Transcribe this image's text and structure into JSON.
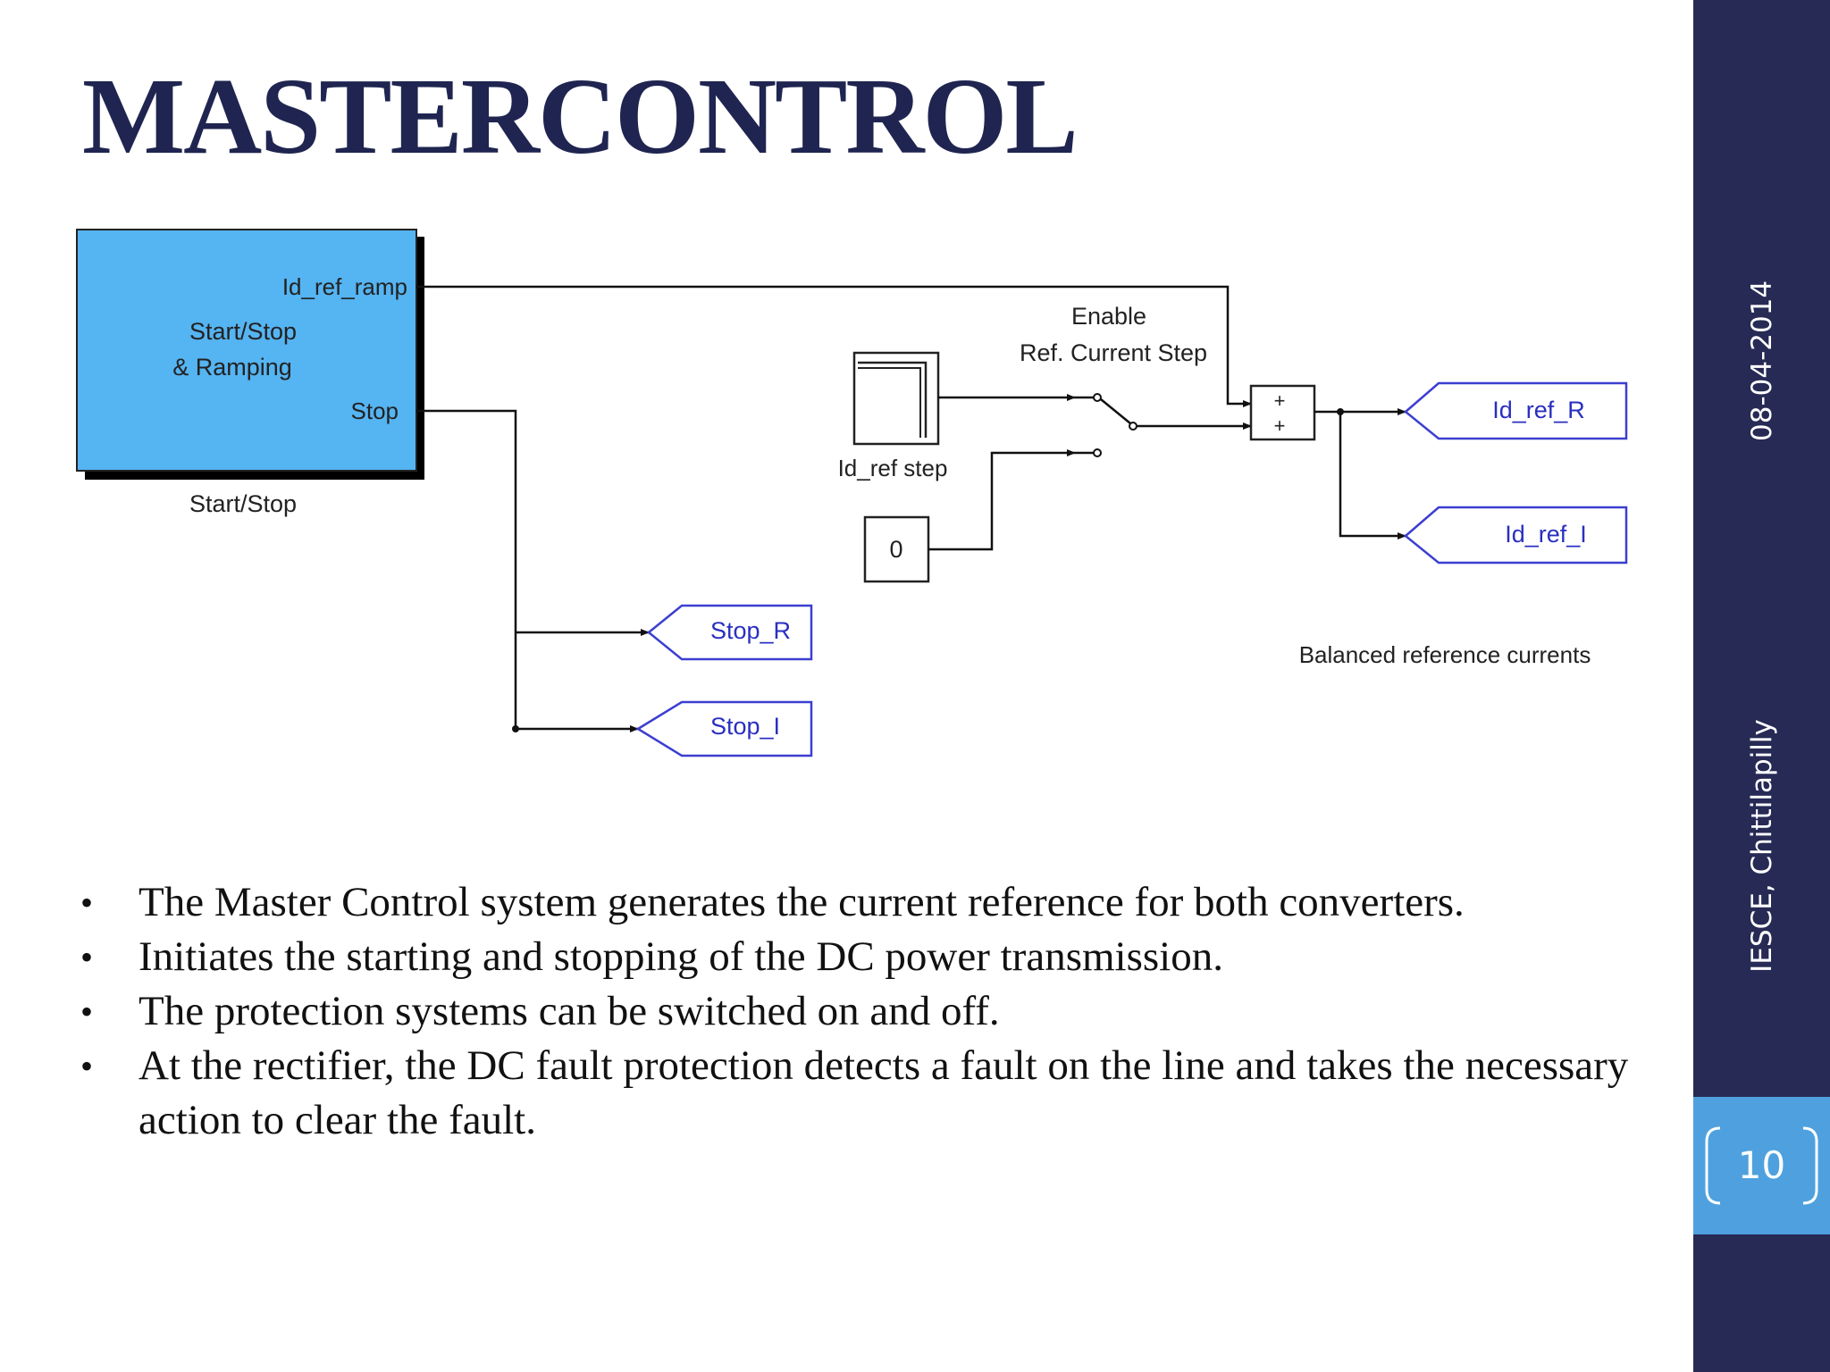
{
  "slide": {
    "title": "MASTERCONTROL",
    "bullets": [
      "The Master Control system generates the current reference for both converters.",
      "Initiates the starting and stopping of the DC power transmission.",
      "The protection systems can be switched on and off.",
      "At the rectifier, the DC fault protection detects a fault on the line and takes the necessary action to clear the fault."
    ]
  },
  "diagram": {
    "main_block": {
      "label_line1": "Start/Stop",
      "label_line2": "& Ramping",
      "port_ramp": "Id_ref_ramp",
      "port_stop": "Stop",
      "caption": "Start/Stop"
    },
    "step_block_caption": "Id_ref step",
    "constant_value": "0",
    "switch_label_line1": "Enable",
    "switch_label_line2": "Ref. Current Step",
    "sum_signs": [
      "+",
      "+"
    ],
    "goto_tags": [
      "Id_ref_R",
      "Id_ref_I",
      "Stop_R",
      "Stop_I"
    ],
    "annotation": "Balanced reference currents",
    "colors": {
      "block_fill": "#55b4f2",
      "tag_stroke": "#3b3fd0",
      "line": "#111111"
    }
  },
  "sidebar": {
    "date": "08-04-2014",
    "author": "IESCE, Chittilapilly",
    "page_number": "10",
    "colors": {
      "bar": "#262a55",
      "page_box": "#4ea1de"
    }
  }
}
